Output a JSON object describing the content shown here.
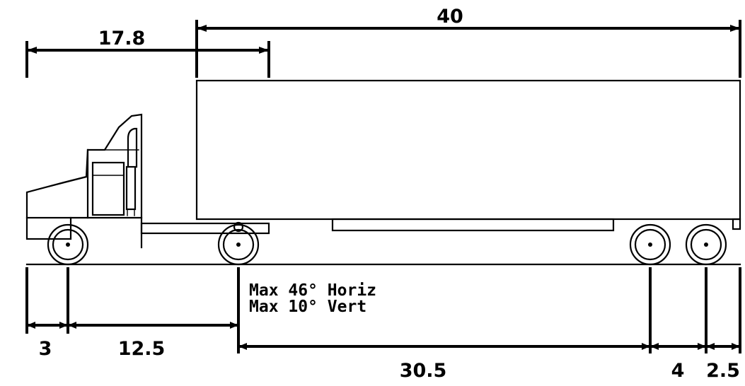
{
  "dimensions": {
    "overall_trailer_length": "40",
    "kingpin_from_tractor_front": "17.8",
    "front_overhang": "3",
    "tractor_wheelbase": "12.5",
    "kingpin_to_trailer_axle": "30.5",
    "trailer_axle_spacing": "4",
    "rear_overhang": "2.5"
  },
  "articulation_note": {
    "line1": "Max 46° Horiz",
    "line2": "Max 10° Vert"
  }
}
